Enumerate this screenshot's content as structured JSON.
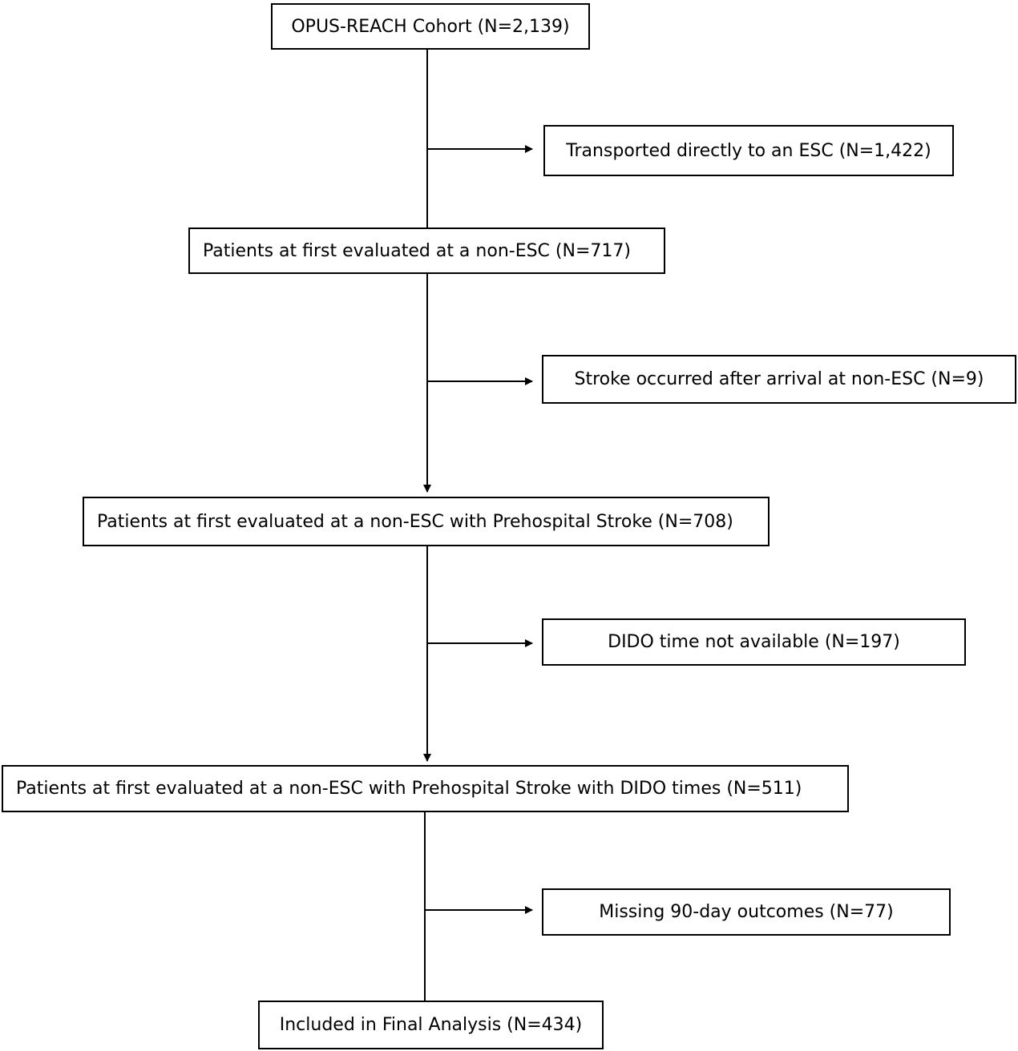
{
  "flowchart": {
    "cohort": "OPUS-REACH Cohort (N=2,139)",
    "excluded_transported": "Transported directly to an ESC (N=1,422)",
    "non_esc": "Patients at first evaluated at a non-ESC (N=717)",
    "excluded_stroke_after": "Stroke occurred after arrival at non-ESC (N=9)",
    "non_esc_prehospital": "Patients at first evaluated at a non-ESC with Prehospital Stroke (N=708)",
    "excluded_dido": "DIDO time not available (N=197)",
    "non_esc_prehospital_dido": "Patients at first evaluated at a non-ESC with Prehospital Stroke with DIDO times (N=511)",
    "excluded_missing_outcomes": "Missing 90-day outcomes (N=77)",
    "final": "Included in Final Analysis (N=434)"
  }
}
